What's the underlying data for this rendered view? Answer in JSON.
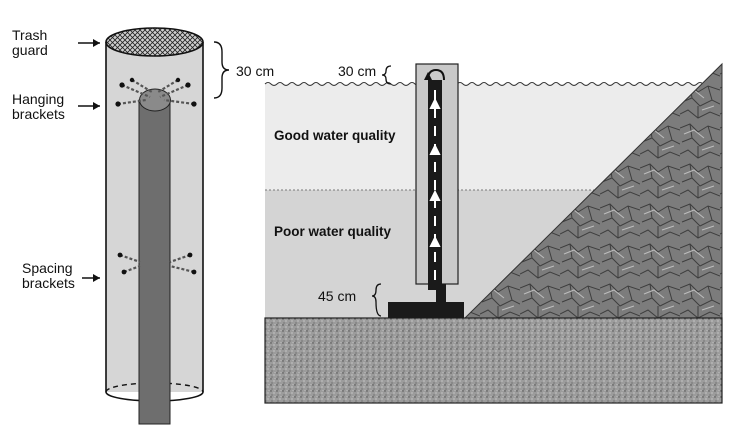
{
  "left_figure": {
    "labels": {
      "trash_guard_line1": "Trash",
      "trash_guard_line2": "guard",
      "hanging_brackets_line1": "Hanging",
      "hanging_brackets_line2": "brackets",
      "spacing_brackets_line1": "Spacing",
      "spacing_brackets_line2": "brackets",
      "height_dim": "30 cm"
    }
  },
  "right_figure": {
    "labels": {
      "top_dim": "30 cm",
      "bottom_dim": "45 cm",
      "good_zone": "Good water quality",
      "poor_zone": "Poor water quality"
    }
  },
  "colors": {
    "line": "#111111",
    "cylinder_fill": "#d6d6d6",
    "pipe_fill": "#6e6e6e",
    "good_water": "#ececec",
    "poor_water": "#d4d4d4",
    "ground": "#9a9a9a",
    "embankment": "#7a7a7a",
    "intake_pipe": "#1a1a1a"
  }
}
